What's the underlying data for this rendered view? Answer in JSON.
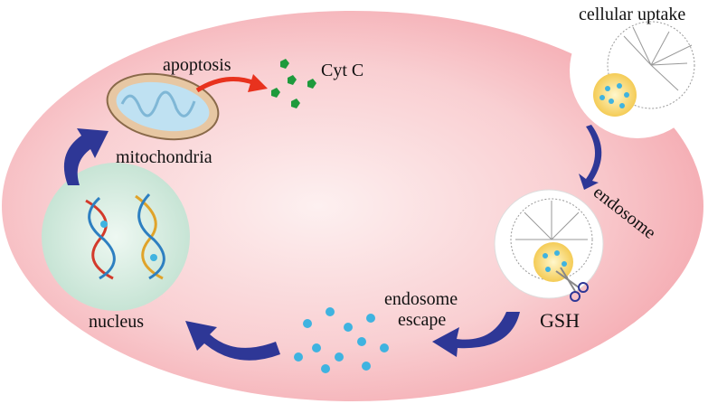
{
  "labels": {
    "cellular_uptake": "cellular uptake",
    "apoptosis": "apoptosis",
    "cyt_c": "Cyt C",
    "mitochondria": "mitochondria",
    "endosome": "endosome",
    "gsh": "GSH",
    "endosome_escape_line1": "endosome",
    "endosome_escape_line2": "escape",
    "nucleus": "nucleus"
  },
  "colors": {
    "cell": "#f7b9bd",
    "arrow": "#2e3796",
    "apoptosis_arrow": "#e8321e",
    "cyt_c": "#1e9a3c",
    "nucleus": "#cfe8dc",
    "nanoparticle_core": "#f4c94a",
    "drug": "#3fb3e0"
  }
}
